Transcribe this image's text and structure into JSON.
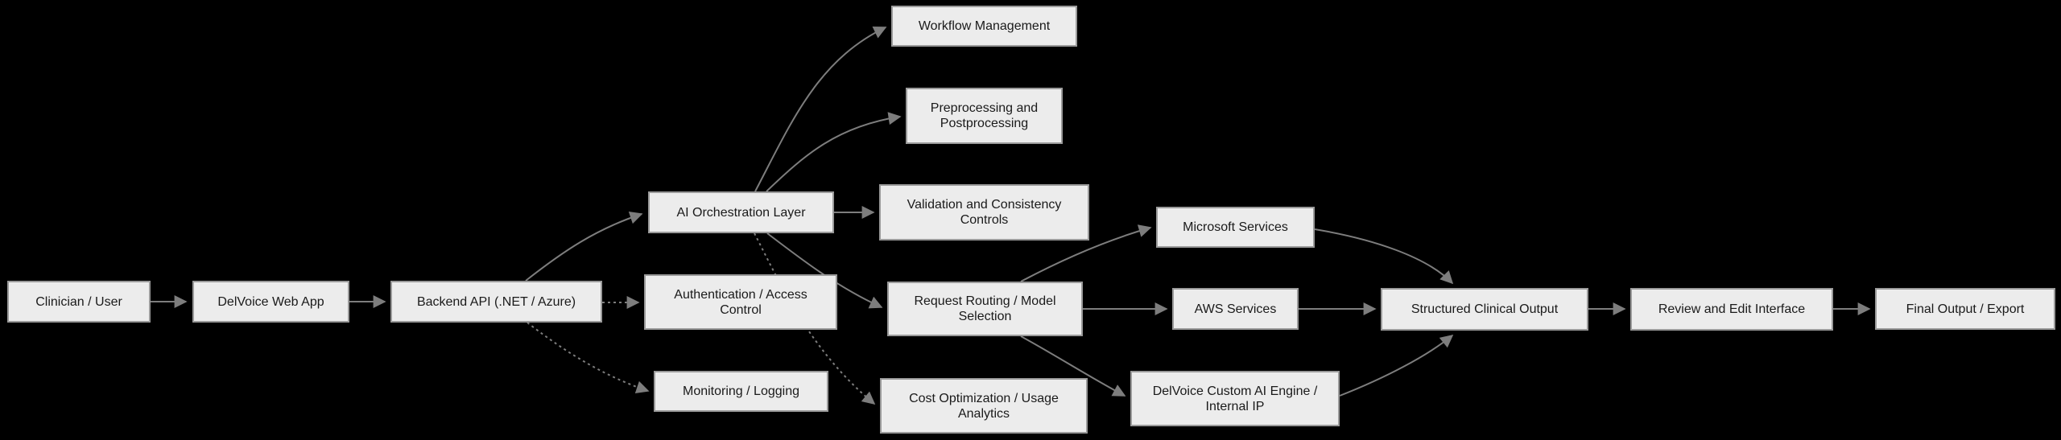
{
  "diagram": {
    "type": "flowchart",
    "background_color": "#000000",
    "node_fill": "#ececec",
    "node_border_color": "#9a9a9a",
    "edge_color": "#7d7d7d",
    "text_color": "#1a1a1a",
    "nodes": {
      "clinician": {
        "label": "Clinician / User"
      },
      "webapp": {
        "label": "DelVoice Web App"
      },
      "backend": {
        "label": "Backend API (.NET / Azure)"
      },
      "orchestration": {
        "label": "AI Orchestration Layer"
      },
      "auth": {
        "label": "Authentication / Access Control"
      },
      "monitoring": {
        "label": "Monitoring / Logging"
      },
      "workflow": {
        "label": "Workflow Management"
      },
      "preprocessing": {
        "label": "Preprocessing and Postprocessing"
      },
      "validation": {
        "label": "Validation and Consistency Controls"
      },
      "routing": {
        "label": "Request Routing / Model Selection"
      },
      "cost": {
        "label": "Cost Optimization / Usage Analytics"
      },
      "microsoft": {
        "label": "Microsoft Services"
      },
      "aws": {
        "label": "AWS Services"
      },
      "delvoice_engine": {
        "label": "DelVoice Custom AI Engine / Internal IP"
      },
      "structured": {
        "label": "Structured Clinical Output"
      },
      "review": {
        "label": "Review and Edit Interface"
      },
      "final": {
        "label": "Final Output / Export"
      }
    },
    "edges": [
      {
        "from": "clinician",
        "to": "webapp",
        "style": "solid"
      },
      {
        "from": "webapp",
        "to": "backend",
        "style": "solid"
      },
      {
        "from": "backend",
        "to": "orchestration",
        "style": "solid"
      },
      {
        "from": "backend",
        "to": "auth",
        "style": "dotted"
      },
      {
        "from": "backend",
        "to": "monitoring",
        "style": "dotted"
      },
      {
        "from": "orchestration",
        "to": "workflow",
        "style": "solid"
      },
      {
        "from": "orchestration",
        "to": "preprocessing",
        "style": "solid"
      },
      {
        "from": "orchestration",
        "to": "validation",
        "style": "solid"
      },
      {
        "from": "orchestration",
        "to": "routing",
        "style": "solid"
      },
      {
        "from": "orchestration",
        "to": "cost",
        "style": "dotted"
      },
      {
        "from": "routing",
        "to": "microsoft",
        "style": "solid"
      },
      {
        "from": "routing",
        "to": "aws",
        "style": "solid"
      },
      {
        "from": "routing",
        "to": "delvoice_engine",
        "style": "solid"
      },
      {
        "from": "microsoft",
        "to": "structured",
        "style": "solid"
      },
      {
        "from": "aws",
        "to": "structured",
        "style": "solid"
      },
      {
        "from": "delvoice_engine",
        "to": "structured",
        "style": "solid"
      },
      {
        "from": "structured",
        "to": "review",
        "style": "solid"
      },
      {
        "from": "review",
        "to": "final",
        "style": "solid"
      }
    ]
  }
}
